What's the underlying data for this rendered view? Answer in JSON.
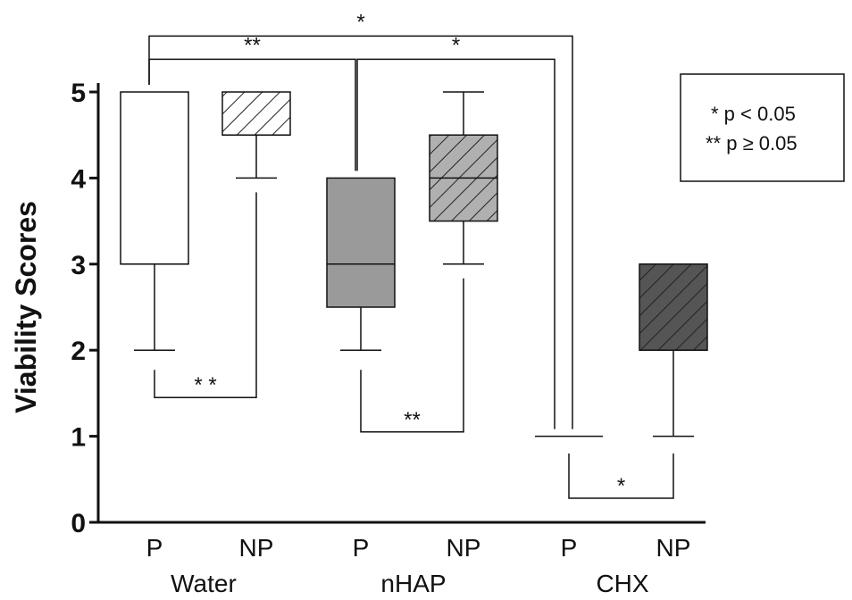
{
  "chart_data": {
    "type": "boxplot",
    "ylabel": "Viability Scores",
    "ylim": [
      0,
      5
    ],
    "yticks": [
      "0",
      "1",
      "2",
      "3",
      "4",
      "5"
    ],
    "groups": [
      {
        "name": "Water",
        "boxes": [
          {
            "label": "P",
            "min": 2,
            "q1": 3,
            "median": 3,
            "q3": 5,
            "max": 5,
            "fill": "#ffffff",
            "hatch": false
          },
          {
            "label": "NP",
            "min": 4,
            "q1": 4.5,
            "median": 4.5,
            "q3": 5,
            "max": 5,
            "fill": "#ffffff",
            "hatch": true
          }
        ]
      },
      {
        "name": "nHAP",
        "boxes": [
          {
            "label": "P",
            "min": 2,
            "q1": 2.5,
            "median": 3,
            "q3": 4,
            "max": 4,
            "fill": "#9a9a9a",
            "hatch": false
          },
          {
            "label": "NP",
            "min": 3,
            "q1": 3.5,
            "median": 4,
            "q3": 4.5,
            "max": 5,
            "fill": "#b0b0b0",
            "hatch": true
          }
        ]
      },
      {
        "name": "CHX",
        "boxes": [
          {
            "label": "P",
            "min": 1,
            "q1": 1,
            "median": 1,
            "q3": 1,
            "max": 1,
            "fill": "#ffffff",
            "hatch": false
          },
          {
            "label": "NP",
            "min": 1,
            "q1": 2,
            "median": 2,
            "q3": 3,
            "max": 3,
            "fill": "#555555",
            "hatch": true
          }
        ]
      }
    ],
    "brackets": [
      {
        "from": 0,
        "to": 1,
        "level": 1.45,
        "dir": "down",
        "label": "* *"
      },
      {
        "from": 2,
        "to": 3,
        "level": 1.05,
        "dir": "down",
        "label": "**"
      },
      {
        "from": 4,
        "to": 5,
        "level": 0.28,
        "dir": "down",
        "label": "*"
      },
      {
        "from": 0,
        "to": 2,
        "level": 5.38,
        "dir": "up",
        "label": "**"
      },
      {
        "from": 2,
        "to": 4,
        "level": 5.38,
        "dir": "up",
        "label": "*"
      },
      {
        "from": 0,
        "to": 4,
        "level": 5.65,
        "dir": "up",
        "label": "*"
      }
    ],
    "legend": {
      "position": "top-right",
      "lines": [
        "*   p < 0.05",
        "** p  ≥ 0.05"
      ]
    }
  }
}
